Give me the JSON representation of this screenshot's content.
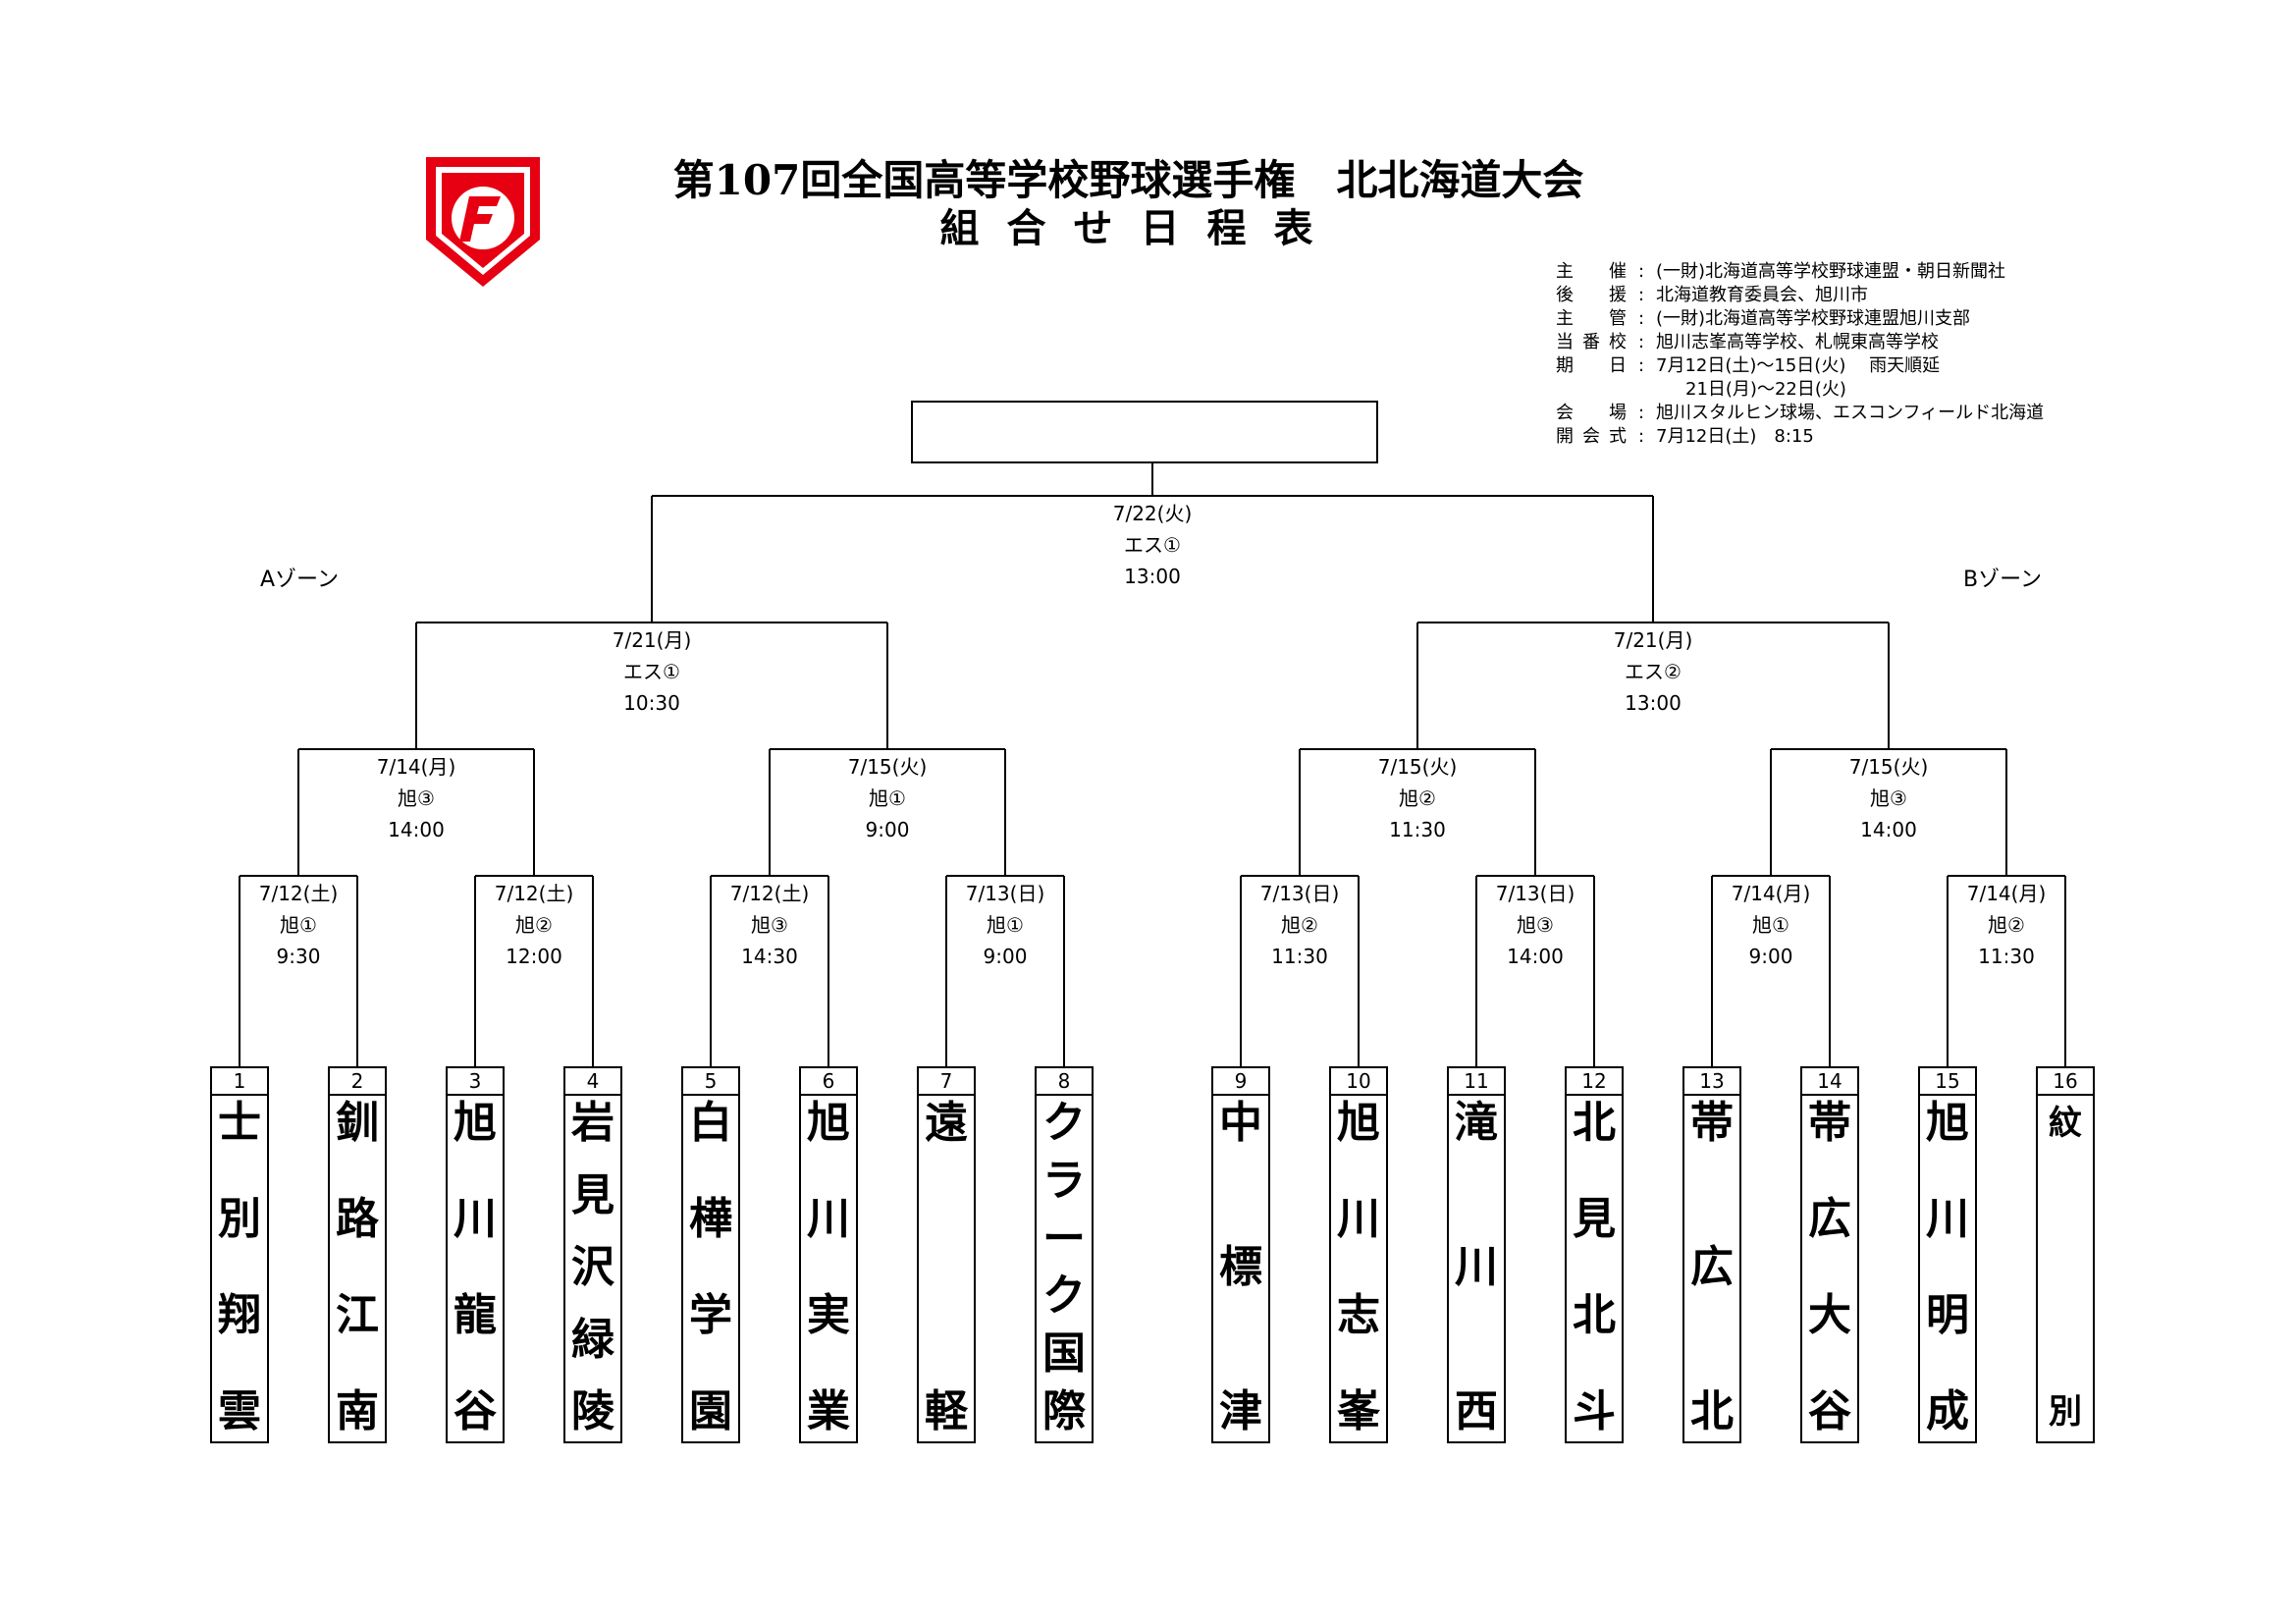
{
  "header": {
    "title": "第107回全国高等学校野球選手権　北北海道大会",
    "subtitle": "組合せ日程表",
    "logo_icon": "hokkaido-baseball-logo-icon",
    "logo_color": "#e60012"
  },
  "info": [
    {
      "label": "主催",
      "value": "(一財)北海道高等学校野球連盟・朝日新聞社"
    },
    {
      "label": "後援",
      "value": "北海道教育委員会、旭川市"
    },
    {
      "label": "主管",
      "value": "(一財)北海道高等学校野球連盟旭川支部"
    },
    {
      "label": "当番校",
      "value": "旭川志峯高等学校、札幌東高等学校"
    },
    {
      "label": "期日",
      "value": "7月12日(土)～15日(火)　 雨天順延"
    },
    {
      "label": "",
      "value": "21日(月)～22日(火)"
    },
    {
      "label": "会場",
      "value": "旭川スタルヒン球場、エスコンフィールド北海道"
    },
    {
      "label": "開会式",
      "value": "7月12日(土)　8:15"
    }
  ],
  "zones": {
    "a": "Aゾーン",
    "b": "Bゾーン"
  },
  "final": {
    "date": "7/22(火)",
    "venue": "エス①",
    "time": "13:00"
  },
  "semifinals": [
    {
      "date": "7/21(月)",
      "venue": "エス①",
      "time": "10:30"
    },
    {
      "date": "7/21(月)",
      "venue": "エス②",
      "time": "13:00"
    }
  ],
  "quarterfinals": [
    {
      "date": "7/14(月)",
      "venue": "旭③",
      "time": "14:00"
    },
    {
      "date": "7/15(火)",
      "venue": "旭①",
      "time": "9:00"
    },
    {
      "date": "7/15(火)",
      "venue": "旭②",
      "time": "11:30"
    },
    {
      "date": "7/15(火)",
      "venue": "旭③",
      "time": "14:00"
    }
  ],
  "first_round": [
    {
      "date": "7/12(土)",
      "venue": "旭①",
      "time": "9:30"
    },
    {
      "date": "7/12(土)",
      "venue": "旭②",
      "time": "12:00"
    },
    {
      "date": "7/12(土)",
      "venue": "旭③",
      "time": "14:30"
    },
    {
      "date": "7/13(日)",
      "venue": "旭①",
      "time": "9:00"
    },
    {
      "date": "7/13(日)",
      "venue": "旭②",
      "time": "11:30"
    },
    {
      "date": "7/13(日)",
      "venue": "旭③",
      "time": "14:00"
    },
    {
      "date": "7/14(月)",
      "venue": "旭①",
      "time": "9:00"
    },
    {
      "date": "7/14(月)",
      "venue": "旭②",
      "time": "11:30"
    }
  ],
  "teams": [
    {
      "num": "1",
      "name": "士別翔雲"
    },
    {
      "num": "2",
      "name": "釧路江南"
    },
    {
      "num": "3",
      "name": "旭川龍谷"
    },
    {
      "num": "4",
      "name": "岩見沢緑陵"
    },
    {
      "num": "5",
      "name": "白樺学園"
    },
    {
      "num": "6",
      "name": "旭川実業"
    },
    {
      "num": "7",
      "name": "遠軽"
    },
    {
      "num": "8",
      "name": "クラーク国際"
    },
    {
      "num": "9",
      "name": "中標津"
    },
    {
      "num": "10",
      "name": "旭川志峯"
    },
    {
      "num": "11",
      "name": "滝川西"
    },
    {
      "num": "12",
      "name": "北見北斗"
    },
    {
      "num": "13",
      "name": "帯広北"
    },
    {
      "num": "14",
      "name": "帯広大谷"
    },
    {
      "num": "15",
      "name": "旭川明成"
    },
    {
      "num": "16",
      "name": "紋別"
    }
  ]
}
